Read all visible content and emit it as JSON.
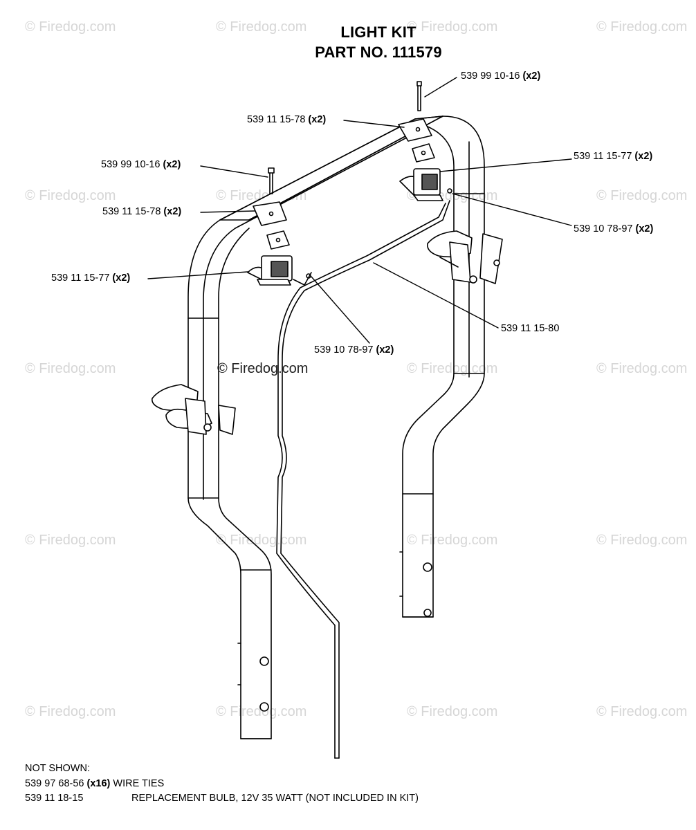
{
  "title": {
    "line1": "LIGHT KIT",
    "line2": "PART NO. 111579"
  },
  "watermarks": {
    "text": "© Firedog.com",
    "center": "© Firedog.com"
  },
  "callouts": {
    "bolt_right": {
      "part": "539 99 10-16",
      "qty": "(x2)"
    },
    "bracket_right": {
      "part": "539 11 15-78",
      "qty": "(x2)"
    },
    "lamp_right": {
      "part": "539 11 15-77",
      "qty": "(x2)"
    },
    "bolt_left": {
      "part": "539 99 10-16",
      "qty": "(x2)"
    },
    "bracket_left": {
      "part": "539 11 15-78",
      "qty": "(x2)"
    },
    "nut_right": {
      "part": "539 10 78-97",
      "qty": "(x2)"
    },
    "lamp_left": {
      "part": "539 11 15-77",
      "qty": "(x2)"
    },
    "harness": {
      "part": "539 11 15-80"
    },
    "nut_left": {
      "part": "539 10 78-97",
      "qty": "(x2)"
    }
  },
  "not_shown": {
    "heading": "NOT SHOWN:",
    "items": [
      {
        "part": "539 97 68-56",
        "qty": "(x16)",
        "desc": "WIRE TIES"
      },
      {
        "part": "539 11 18-15",
        "desc": "REPLACEMENT BULB, 12V 35 WATT (NOT INCLUDED IN KIT)"
      }
    ]
  }
}
